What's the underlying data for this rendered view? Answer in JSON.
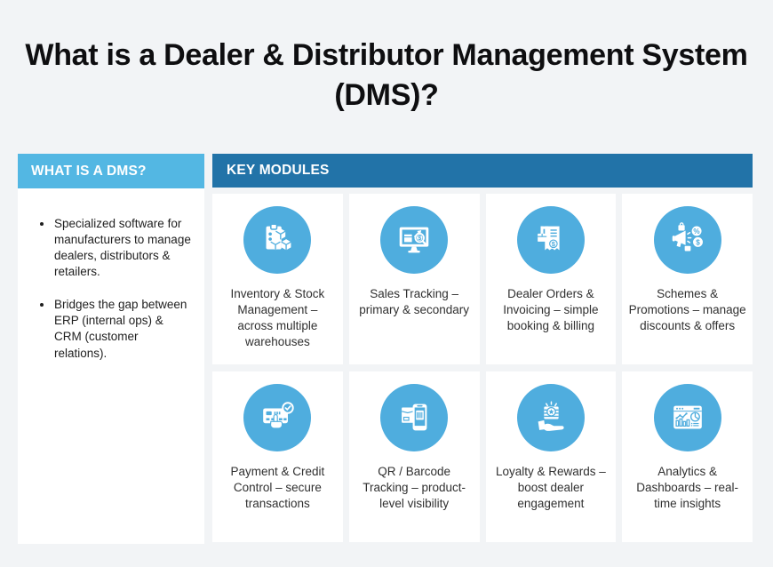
{
  "page": {
    "title": "What is a Dealer & Distributor Management System (DMS)?"
  },
  "colors": {
    "background": "#f2f4f6",
    "left_header_blue": "#53b7e3",
    "modules_header_blue": "#2273a8",
    "icon_circle_blue": "#4fadde",
    "card_background": "#ffffff",
    "title_text": "#0e0e10",
    "body_text": "#1f1f1f"
  },
  "left_panel": {
    "header": "WHAT IS A DMS?",
    "bullets": [
      "Specialized software for manufacturers to manage dealers, distributors & retailers.",
      "Bridges the gap between ERP (internal ops) & CRM (customer relations)."
    ]
  },
  "modules_panel": {
    "header": "KEY MODULES",
    "cards": [
      {
        "icon": "inventory-boxes-icon",
        "label": "Inventory & Stock Management – across multiple warehouses"
      },
      {
        "icon": "sales-monitor-icon",
        "label": "Sales Tracking – primary & secondary"
      },
      {
        "icon": "invoice-receipt-icon",
        "label": "Dealer Orders & Invoicing – simple booking & billing"
      },
      {
        "icon": "megaphone-promotion-icon",
        "label": "Schemes & Promotions – manage discounts & offers"
      },
      {
        "icon": "credit-card-payment-icon",
        "label": "Payment & Credit Control – secure transactions"
      },
      {
        "icon": "qr-barcode-phone-icon",
        "label": "QR / Barcode Tracking – product-level visibility"
      },
      {
        "icon": "loyalty-hand-reward-icon",
        "label": "Loyalty & Rewards – boost dealer engagement"
      },
      {
        "icon": "analytics-dashboard-icon",
        "label": "Analytics & Dashboards – real-time insights"
      }
    ]
  }
}
